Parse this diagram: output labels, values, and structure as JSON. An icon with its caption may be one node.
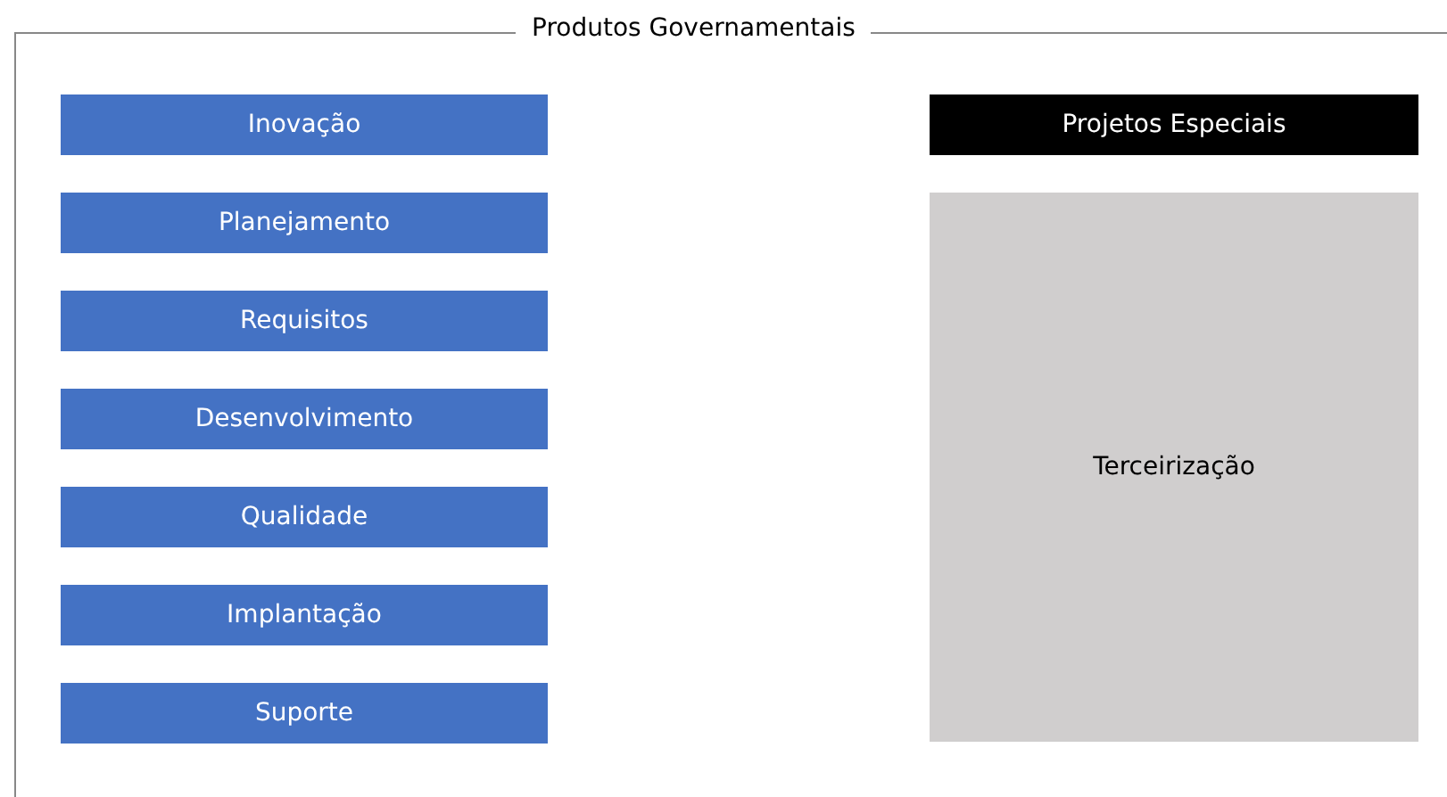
{
  "diagram": {
    "nodes": [
      {
        "text": [
          "Produtos Governamentais"
        ]
      },
      {
        "text": [
          "Inovação"
        ],
        "in": 0
      },
      {
        "text": [
          "Planejamento"
        ],
        "in": 0
      },
      {
        "text": [
          "Requisitos"
        ],
        "in": 0
      },
      {
        "text": [
          "Desenvolvimento"
        ],
        "in": 0
      },
      {
        "text": [
          "Qualidade"
        ],
        "in": 0
      },
      {
        "text": [
          "Implantação"
        ],
        "in": 0
      },
      {
        "text": [
          "Suporte"
        ],
        "in": 0
      },
      {
        "text": [
          "Projetos Especiais"
        ],
        "in": 0
      },
      {
        "text": [
          "Terceirização"
        ],
        "in": 0
      }
    ]
  }
}
